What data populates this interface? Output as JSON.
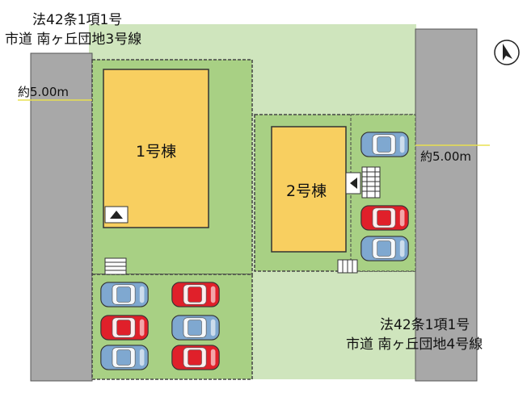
{
  "road_top": {
    "line1": "法42条1項1号",
    "line2": "市道  南ヶ丘団地3号線"
  },
  "road_bottom": {
    "line1": "法42条1項1号",
    "line2": "市道  南ヶ丘団地4号線"
  },
  "road_width_left": "約5.00m",
  "road_width_right": "約5.00m",
  "building_1": "1号棟",
  "building_2": "2号棟",
  "colors": {
    "road": "#a8a8a8",
    "site": "#cfe5bd",
    "yard": "#a8d084",
    "building": "#f8cf60",
    "car_red": "#e0202a",
    "car_blue": "#7fa8d0"
  },
  "icons": {
    "north": "north-arrow-icon",
    "entrance": "entrance-triangle-icon",
    "stairs": "stairs-icon"
  }
}
